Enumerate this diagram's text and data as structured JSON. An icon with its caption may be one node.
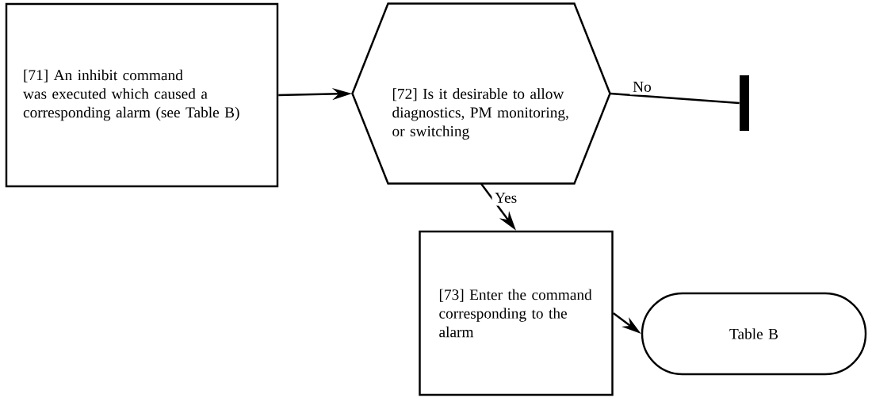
{
  "diagram": {
    "nodes": [
      {
        "text": [
          "[71] An inhibit command was executed which caused a corresponding alarm (see Table B)"
        ]
      },
      {
        "text": [
          "[72] Is it desirable to allow diagnostics, PM monitoring, or switching"
        ]
      },
      {
        "text": [],
        "shape": "bar"
      },
      {
        "text": [
          "[73] Enter the command corresponding to the alarm"
        ]
      },
      {
        "text": [
          "Table B"
        ]
      }
    ],
    "edges": [
      {
        "from": 0,
        "to": 1,
        "arrow": "to"
      },
      {
        "from": 1,
        "to": 2,
        "arrow": "none",
        "label": "No"
      },
      {
        "from": 1,
        "to": 3,
        "arrow": "to",
        "label": "Yes"
      },
      {
        "from": 3,
        "to": 4,
        "arrow": "to"
      }
    ]
  }
}
